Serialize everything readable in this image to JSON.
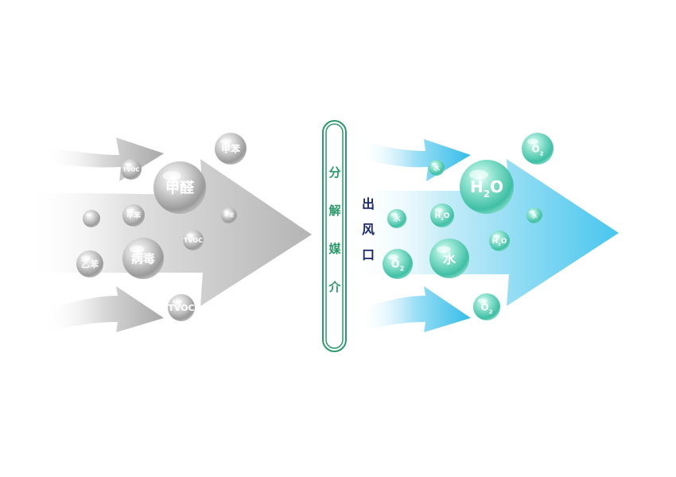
{
  "colors": {
    "medium_border": "#2a9a6a",
    "medium_text": "#2a9a6a",
    "outlet_text": "#1a2a6e",
    "gray_arrow": "#b8b8b8",
    "blue_arrow": "#45c8ee",
    "teal_bubble": "#5fd0b8",
    "gray_bubble": "#a8a8a8"
  },
  "medium": {
    "label_chars": [
      "分",
      "解",
      "媒",
      "介"
    ]
  },
  "outlet": {
    "label_chars": [
      "出",
      "风",
      "口"
    ]
  },
  "pollutants": [
    {
      "label": "甲苯"
    },
    {
      "label": "TVOC"
    },
    {
      "label": "甲醛"
    },
    {
      "label": "甲苯"
    },
    {
      "label": "甲苯"
    },
    {
      "label": "TVOC"
    },
    {
      "label": "乙苯"
    },
    {
      "label": "病毒"
    },
    {
      "label": "TVOC"
    },
    {
      "label": ""
    }
  ],
  "products": [
    {
      "main": "O",
      "sub": "2"
    },
    {
      "main": "水",
      "sub": ""
    },
    {
      "main": "H",
      "sub": "2",
      "tail": "O"
    },
    {
      "main": "水",
      "sub": ""
    },
    {
      "main": "H",
      "sub": "2",
      "tail": "O"
    },
    {
      "main": "水",
      "sub": ""
    },
    {
      "main": "H",
      "sub": "2",
      "tail": "O"
    },
    {
      "main": "O",
      "sub": "2"
    },
    {
      "main": "水",
      "sub": ""
    },
    {
      "main": "O",
      "sub": "2"
    }
  ]
}
